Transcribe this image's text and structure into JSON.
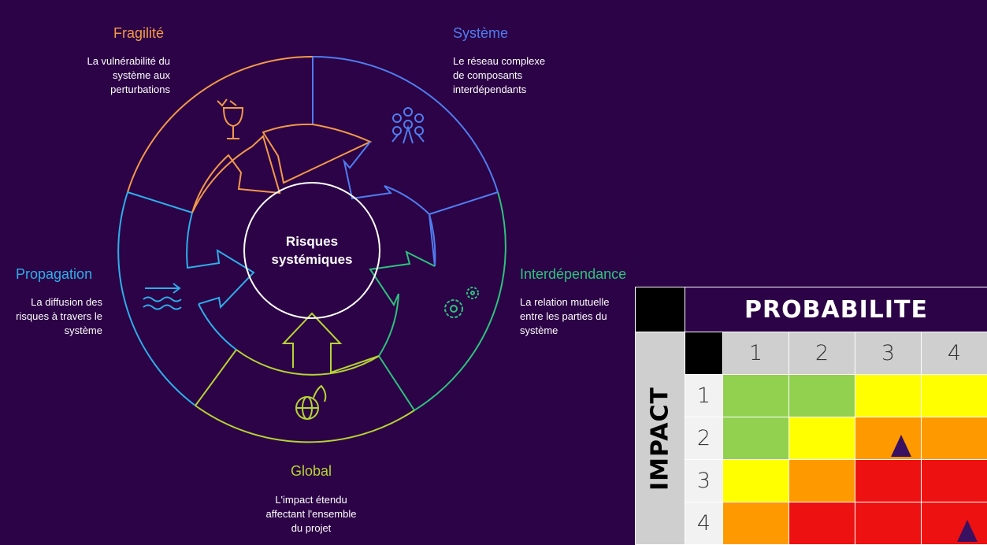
{
  "diagram": {
    "center_label": [
      "Risques",
      "systémiques"
    ],
    "segments": [
      {
        "title": "Fragilité",
        "color": "#f2994a",
        "icon": "broken-glass-icon",
        "desc": [
          "La vulnérabilité du",
          "système aux",
          "perturbations"
        ]
      },
      {
        "title": "Système",
        "color": "#4f7df0",
        "icon": "network-structure-icon",
        "desc": [
          "Le réseau complexe",
          "de composants",
          "interdépendants"
        ]
      },
      {
        "title": "Interdépendance",
        "color": "#2ec27e",
        "icon": "gears-icon",
        "desc": [
          "La relation mutuelle",
          "entre les parties du",
          "système"
        ]
      },
      {
        "title": "Global",
        "color": "#b5d335",
        "icon": "burning-globe-icon",
        "desc": [
          "L'impact étendu",
          "affectant l'ensemble",
          "du projet"
        ]
      },
      {
        "title": "Propagation",
        "color": "#2eaeea",
        "icon": "waves-arrow-icon",
        "desc": [
          "La diffusion des",
          "risques à travers le",
          "système"
        ]
      }
    ]
  },
  "matrix": {
    "title": "PROBABILITE",
    "side_title": "IMPACT",
    "prob_labels": [
      "1",
      "2",
      "3",
      "4"
    ],
    "impact_labels": [
      "1",
      "2",
      "3",
      "4"
    ],
    "rows": [
      [
        "green",
        "green",
        "yellow",
        "yellow"
      ],
      [
        "green",
        "yellow",
        "orange",
        "orange"
      ],
      [
        "yellow",
        "orange",
        "red",
        "red"
      ],
      [
        "orange",
        "red",
        "red",
        "red"
      ]
    ],
    "markers": [
      {
        "impact": 2,
        "probability": 3,
        "shape": "triangle"
      },
      {
        "impact": 4,
        "probability": 4,
        "shape": "triangle"
      }
    ],
    "colors": {
      "green": "#92d050",
      "yellow": "#ffff00",
      "orange": "#ff9900",
      "red": "#ee1111",
      "marker": "#3a1160"
    }
  }
}
